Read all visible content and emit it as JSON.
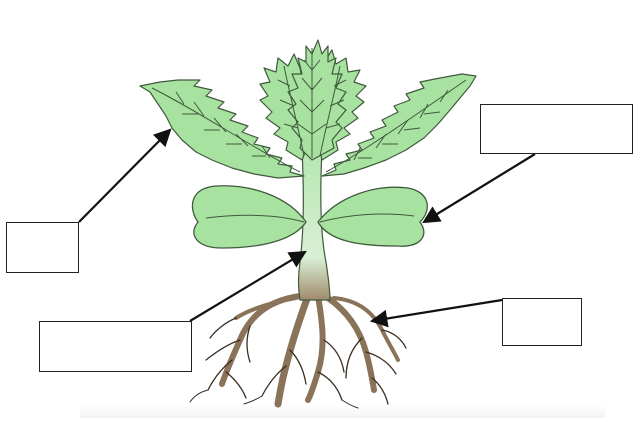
{
  "labels": [
    {
      "id": "leaf",
      "text": ""
    },
    {
      "id": "seed-leaf",
      "text": ""
    },
    {
      "id": "stem",
      "text": ""
    },
    {
      "id": "root",
      "text": ""
    }
  ],
  "colors": {
    "leaf_fill": "#a8e2a0",
    "leaf_outline": "#3f5a3c",
    "stem_fill": "#b5e7b0",
    "root_fill": "#8a7358",
    "root_outline": "#3a2e22",
    "arrow": "#111111",
    "box_border": "#222222"
  }
}
